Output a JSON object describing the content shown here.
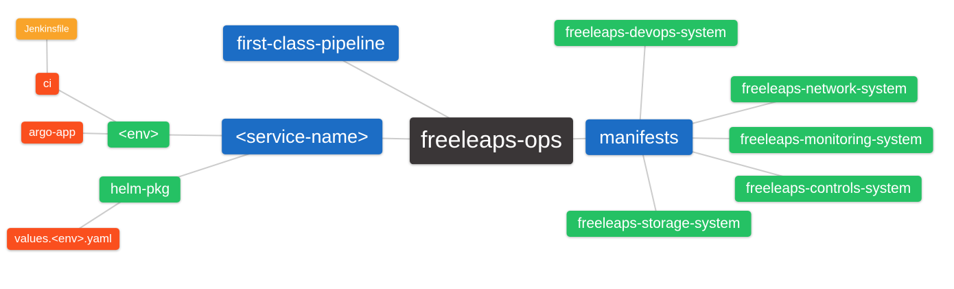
{
  "diagram": {
    "type": "mindmap",
    "root_label": "freeleaps-ops",
    "colors": {
      "root_bg": "#3a3637",
      "level1_bg": "#1c6dc5",
      "level2_bg": "#25c164",
      "level3_bg": "#fa4f1e",
      "level4_bg": "#f9a42a",
      "edge": "#cccccc",
      "text": "#ffffff",
      "canvas_bg": "#ffffff"
    },
    "nodes": {
      "ops": {
        "label": "freeleaps-ops",
        "level": 0
      },
      "pipeline": {
        "label": "first-class-pipeline",
        "level": 1
      },
      "service": {
        "label": "<service-name>",
        "level": 1
      },
      "manifests": {
        "label": "manifests",
        "level": 1
      },
      "env": {
        "label": "<env>",
        "level": 2
      },
      "helm_pkg": {
        "label": "helm-pkg",
        "level": 2
      },
      "devops": {
        "label": "freeleaps-devops-system",
        "level": 2
      },
      "network": {
        "label": "freeleaps-network-system",
        "level": 2
      },
      "monitoring": {
        "label": "freeleaps-monitoring-system",
        "level": 2
      },
      "controls": {
        "label": "freeleaps-controls-system",
        "level": 2
      },
      "storage": {
        "label": "freeleaps-storage-system",
        "level": 2
      },
      "ci": {
        "label": "ci",
        "level": 3
      },
      "argo_app": {
        "label": "argo-app",
        "level": 3
      },
      "values_yaml": {
        "label": "values.<env>.yaml",
        "level": 3
      },
      "jenkinsfile": {
        "label": "Jenkinsfile",
        "level": 4
      }
    },
    "edges": [
      [
        "jenkinsfile",
        "ci"
      ],
      [
        "ci",
        "env"
      ],
      [
        "argo_app",
        "env"
      ],
      [
        "env",
        "service"
      ],
      [
        "helm_pkg",
        "service"
      ],
      [
        "values_yaml",
        "helm_pkg"
      ],
      [
        "pipeline",
        "ops"
      ],
      [
        "service",
        "ops"
      ],
      [
        "ops",
        "manifests"
      ],
      [
        "manifests",
        "devops"
      ],
      [
        "manifests",
        "network"
      ],
      [
        "manifests",
        "monitoring"
      ],
      [
        "manifests",
        "controls"
      ],
      [
        "manifests",
        "storage"
      ]
    ]
  }
}
